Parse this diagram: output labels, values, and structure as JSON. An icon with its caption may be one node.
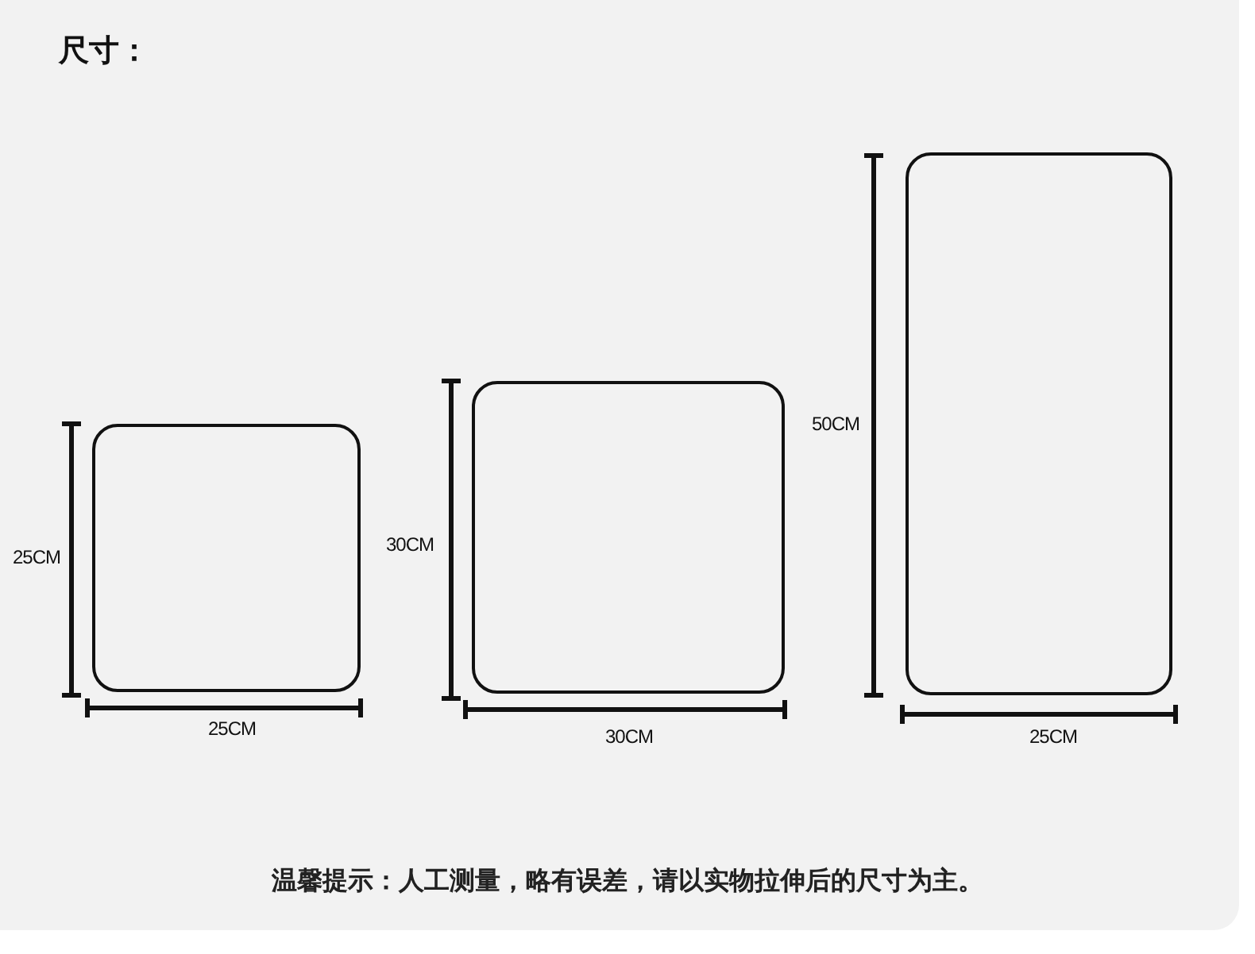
{
  "diagram": {
    "title": "尺寸：",
    "nodes": [
      {
        "text": [],
        "shape": "box"
      },
      {
        "text": [],
        "shape": "box"
      },
      {
        "text": [],
        "shape": "box"
      }
    ],
    "labels": [
      "25CM",
      "25CM",
      "30CM",
      "30CM",
      "50CM",
      "25CM"
    ],
    "caption": "温馨提示：人工测量，略有误差，请以实物拉伸后的尺寸为主。"
  }
}
